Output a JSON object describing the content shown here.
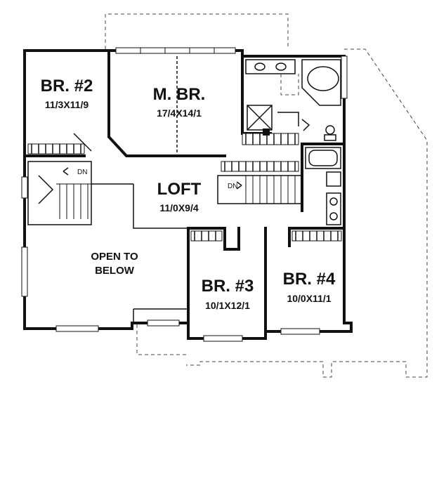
{
  "rooms": {
    "br2": {
      "name": "BR. #2",
      "dims": "11/3X11/9"
    },
    "mbr": {
      "name": "M. BR.",
      "dims": "17/4X14/1"
    },
    "loft": {
      "name": "LOFT",
      "dims": "11/0X9/4"
    },
    "open": {
      "line1": "OPEN TO",
      "line2": "BELOW"
    },
    "br3": {
      "name": "BR. #3",
      "dims": "10/1X12/1"
    },
    "br4": {
      "name": "BR. #4",
      "dims": "10/0X11/1"
    }
  },
  "stairs": {
    "dn1": "DN",
    "dn2": "DN"
  },
  "colors": {
    "wall": "#111111",
    "background": "#ffffff"
  }
}
